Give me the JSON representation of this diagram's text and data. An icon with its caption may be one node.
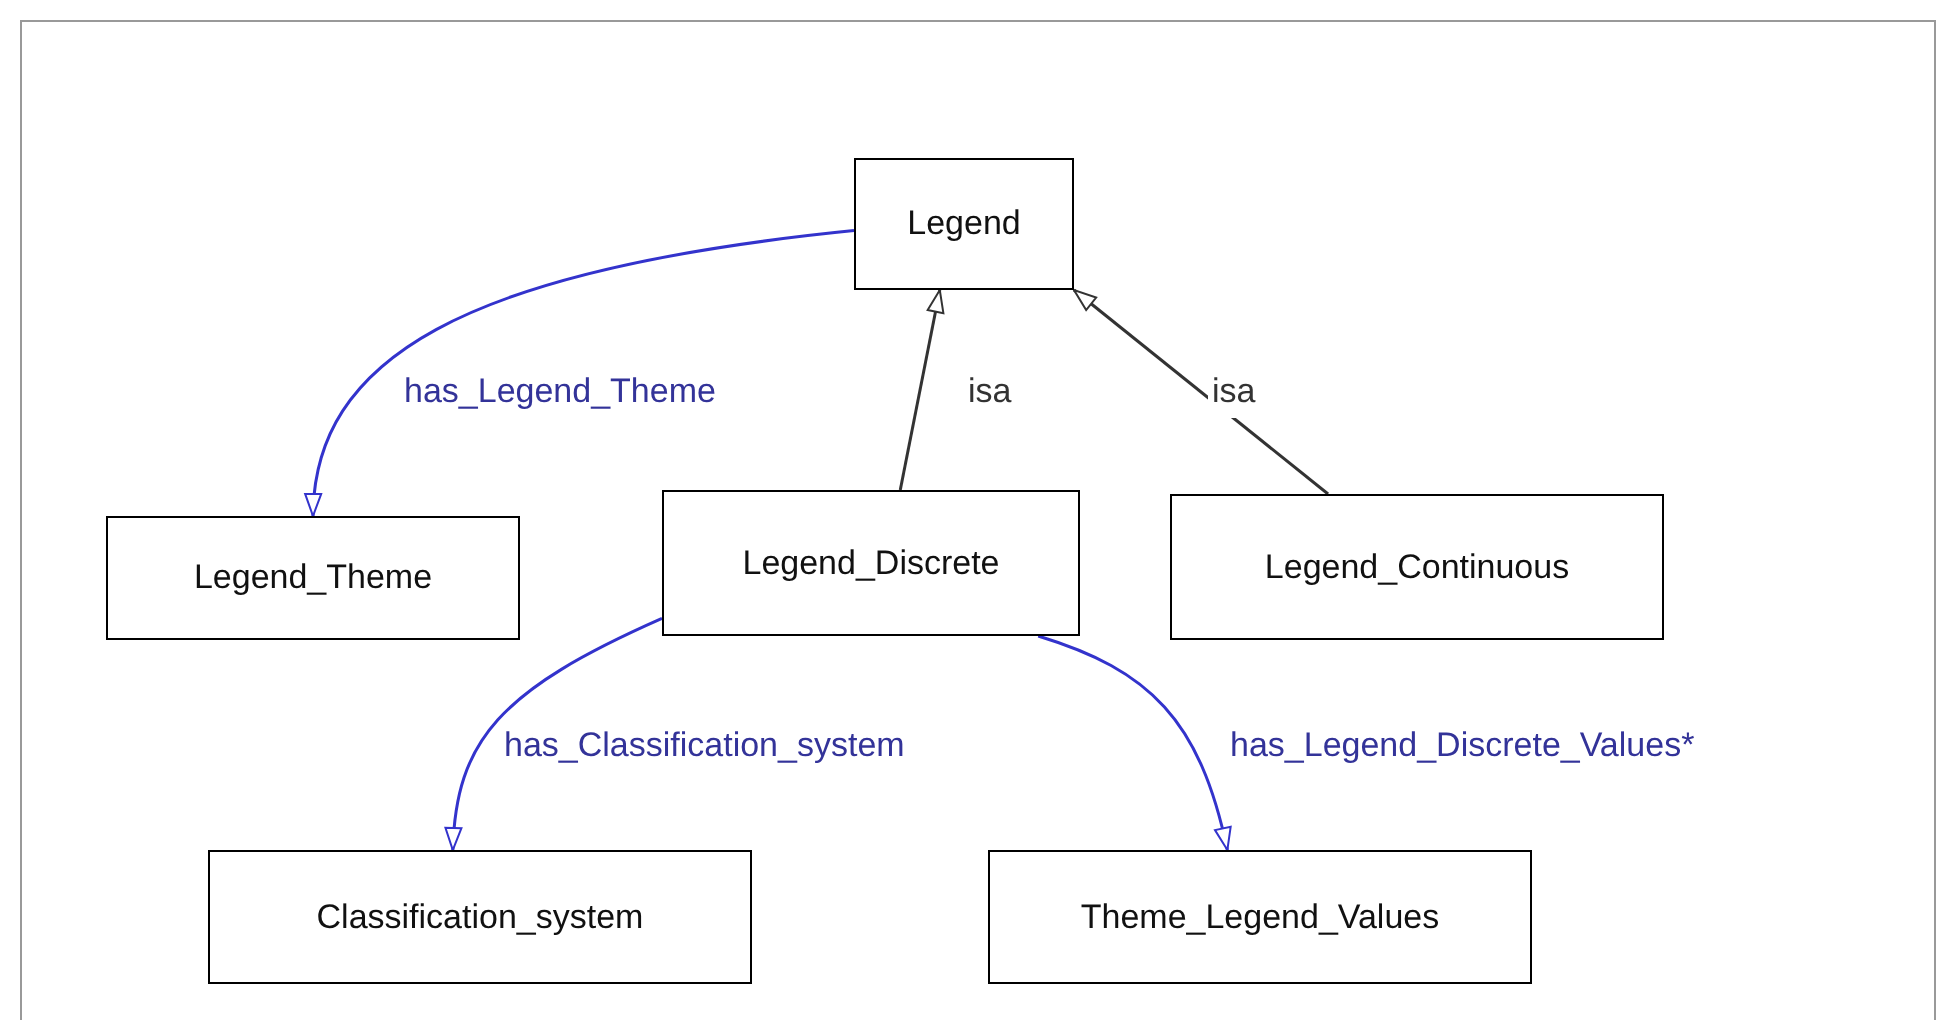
{
  "diagram": {
    "nodes": [
      {
        "text": [
          "Legend"
        ]
      },
      {
        "text": [
          "Legend_Theme"
        ]
      },
      {
        "text": [
          "Legend_Discrete"
        ]
      },
      {
        "text": [
          "Legend_Continuous"
        ]
      },
      {
        "text": [
          "Classification_system"
        ]
      },
      {
        "text": [
          "Theme_Legend_Values"
        ]
      }
    ],
    "edges": [
      {
        "from": 0,
        "to": 1,
        "arrow": "to",
        "label": "has_Legend_Theme"
      },
      {
        "from": 2,
        "to": 0,
        "arrow": "to",
        "label": "isa",
        "color": "#333333"
      },
      {
        "from": 3,
        "to": 0,
        "arrow": "to",
        "label": "isa",
        "color": "#333333"
      },
      {
        "from": 2,
        "to": 4,
        "arrow": "to",
        "label": "has_Classification_system"
      },
      {
        "from": 2,
        "to": 5,
        "arrow": "to",
        "label": "has_Legend_Discrete_Values*"
      }
    ]
  }
}
